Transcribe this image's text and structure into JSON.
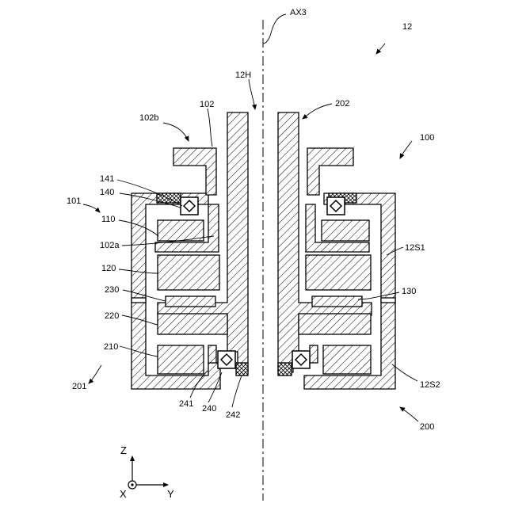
{
  "labels": {
    "ax3": "AX3",
    "fig_12": "12",
    "h12": "12H",
    "l102": "102",
    "l102b": "102b",
    "l202": "202",
    "l100": "100",
    "l141": "141",
    "l140": "140",
    "l101": "101",
    "l110": "110",
    "l102a": "102a",
    "l120": "120",
    "l12s1": "12S1",
    "l230": "230",
    "l130": "130",
    "l220": "220",
    "l210": "210",
    "l201": "201",
    "l12s2": "12S2",
    "l241": "241",
    "l240": "240",
    "l242": "242",
    "l200": "200"
  },
  "axes": {
    "z": "Z",
    "x": "X",
    "y": "Y"
  }
}
